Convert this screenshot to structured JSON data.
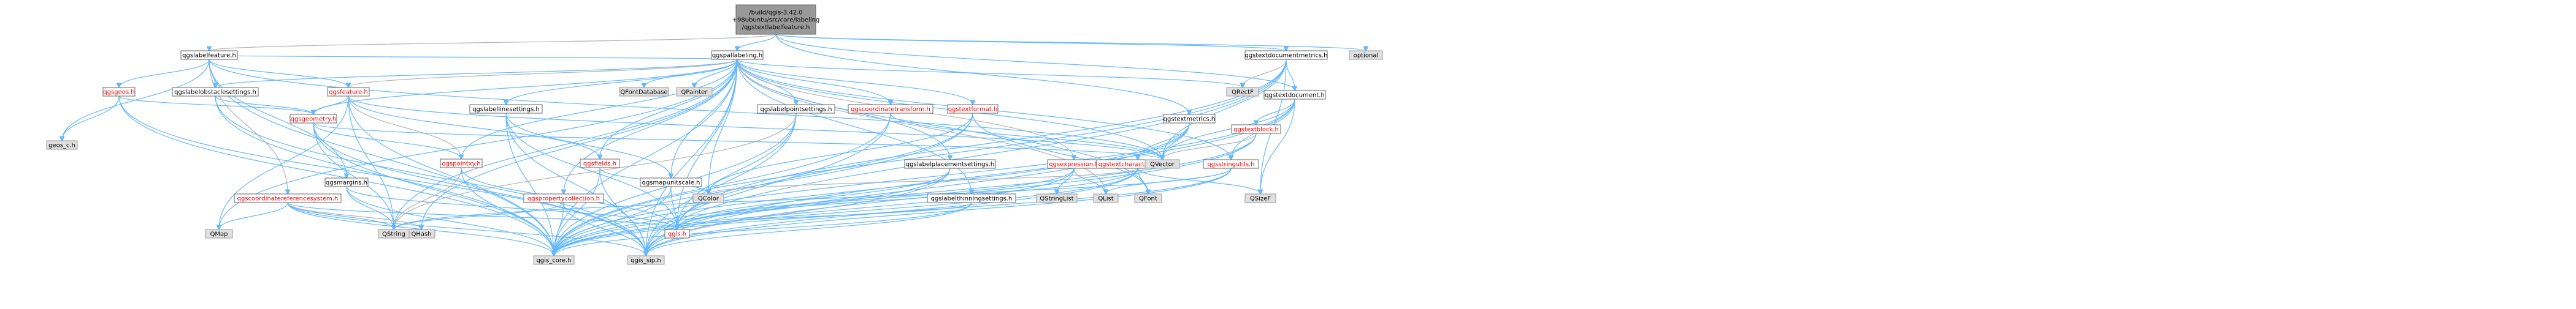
{
  "colors": {
    "root_fill": "#999999",
    "node_fill": "#ffffff",
    "ext_fill": "#e0e0e0",
    "node_border": "#666666",
    "ext_border": "#999999",
    "red_text": "#ff0000",
    "edge": "#63b8ff",
    "edge_alt": "#b3b3b3"
  },
  "nodes": [
    {
      "id": "root",
      "label": "/build/qgis-3.42.0\n+98ubuntu/src/core/labeling\n/qgstextlabelfeature.h",
      "kind": "root"
    },
    {
      "id": "qgslabelfeature",
      "label": "qgslabelfeature.h",
      "kind": "doc"
    },
    {
      "id": "qgspallabeling",
      "label": "qgspallabeling.h",
      "kind": "doc"
    },
    {
      "id": "qgstextdocumentmetrics",
      "label": "qgstextdocumentmetrics.h",
      "kind": "doc"
    },
    {
      "id": "optional",
      "label": "optional",
      "kind": "ext"
    },
    {
      "id": "qgsgeos",
      "label": "qgsgeos.h",
      "kind": "red"
    },
    {
      "id": "qgslabelobstaclesettings",
      "label": "qgslabelobstaclesettings.h",
      "kind": "doc"
    },
    {
      "id": "qgsfeature",
      "label": "qgsfeature.h",
      "kind": "red"
    },
    {
      "id": "geos_c",
      "label": "geos_c.h",
      "kind": "ext"
    },
    {
      "id": "qgsgeometry",
      "label": "qgsgeometry.h",
      "kind": "red"
    },
    {
      "id": "qgscoordinatereferencesystem",
      "label": "qgscoordinatereferencesystem.h",
      "kind": "red"
    },
    {
      "id": "qgsmargins",
      "label": "qgsmargins.h",
      "kind": "doc"
    },
    {
      "id": "qgslabellinesettings",
      "label": "qgslabellinesettings.h",
      "kind": "doc"
    },
    {
      "id": "qgspointxy",
      "label": "qgspointxy.h",
      "kind": "red"
    },
    {
      "id": "qgspropertycollection",
      "label": "qgspropertycollection.h",
      "kind": "red"
    },
    {
      "id": "qgsfields",
      "label": "qgsfields.h",
      "kind": "red"
    },
    {
      "id": "qgsmapunitscale",
      "label": "qgsmapunitscale.h",
      "kind": "doc"
    },
    {
      "id": "qgslabelpointsettings",
      "label": "qgslabelpointsettings.h",
      "kind": "doc"
    },
    {
      "id": "qgscoordinatetransform",
      "label": "qgscoordinatetransform.h",
      "kind": "red"
    },
    {
      "id": "qgstextformat",
      "label": "qgstextformat.h",
      "kind": "red"
    },
    {
      "id": "qgslabelplacementsettings",
      "label": "qgslabelplacementsettings.h",
      "kind": "doc"
    },
    {
      "id": "qgsexpression",
      "label": "qgsexpression.h",
      "kind": "red"
    },
    {
      "id": "qgslabelthinningsettings",
      "label": "qgslabelthinningsettings.h",
      "kind": "doc"
    },
    {
      "id": "qgstextmetrics",
      "label": "qgstextmetrics.h",
      "kind": "doc"
    },
    {
      "id": "qgstextcharacterformat",
      "label": "qgstextcharacterformat.h",
      "kind": "red"
    },
    {
      "id": "qgstextdocument",
      "label": "qgstextdocument.h",
      "kind": "doc"
    },
    {
      "id": "qgstextblock",
      "label": "qgstextblock.h",
      "kind": "red"
    },
    {
      "id": "qgsstringutils",
      "label": "qgsstringutils.h",
      "kind": "red"
    },
    {
      "id": "QFontDatabase",
      "label": "QFontDatabase",
      "kind": "ext"
    },
    {
      "id": "QPainter",
      "label": "QPainter",
      "kind": "ext"
    },
    {
      "id": "QRectF",
      "label": "QRectF",
      "kind": "ext"
    },
    {
      "id": "QVector",
      "label": "QVector",
      "kind": "ext"
    },
    {
      "id": "QMap",
      "label": "QMap",
      "kind": "ext"
    },
    {
      "id": "QHash",
      "label": "QHash",
      "kind": "ext"
    },
    {
      "id": "QString",
      "label": "QString",
      "kind": "ext"
    },
    {
      "id": "qgis",
      "label": "qgis.h",
      "kind": "red"
    },
    {
      "id": "QColor",
      "label": "QColor",
      "kind": "ext"
    },
    {
      "id": "QStringList",
      "label": "QStringList",
      "kind": "ext"
    },
    {
      "id": "QList",
      "label": "QList",
      "kind": "ext"
    },
    {
      "id": "QFont",
      "label": "QFont",
      "kind": "ext"
    },
    {
      "id": "QSizeF",
      "label": "QSizeF",
      "kind": "ext"
    },
    {
      "id": "qgis_core",
      "label": "qgis_core.h",
      "kind": "ext"
    },
    {
      "id": "qgis_sip",
      "label": "qgis_sip.h",
      "kind": "ext"
    }
  ],
  "edges": [
    [
      "root",
      "qgslabelfeature"
    ],
    [
      "root",
      "qgspallabeling"
    ],
    [
      "root",
      "qgstextdocumentmetrics"
    ],
    [
      "root",
      "optional"
    ],
    [
      "root",
      "qgstextmetrics"
    ],
    [
      "root",
      "qgstextdocument"
    ],
    [
      "qgslabelfeature",
      "qgsgeos"
    ],
    [
      "qgslabelfeature",
      "qgslabelobstaclesettings"
    ],
    [
      "qgslabelfeature",
      "qgsfeature"
    ],
    [
      "qgslabelfeature",
      "geos_c"
    ],
    [
      "qgslabelfeature",
      "qgsmargins"
    ],
    [
      "qgslabelfeature",
      "qgscoordinatereferencesystem"
    ],
    [
      "qgslabelfeature",
      "qgis_core"
    ],
    [
      "qgslabelfeature",
      "QVector"
    ],
    [
      "qgsgeos",
      "geos_c"
    ],
    [
      "qgsgeos",
      "qgsgeometry"
    ],
    [
      "qgsgeos",
      "qgis_core"
    ],
    [
      "qgsgeos",
      "qgis_sip"
    ],
    [
      "qgslabelobstaclesettings",
      "qgsgeometry"
    ],
    [
      "qgslabelobstaclesettings",
      "qgis_core"
    ],
    [
      "qgslabelobstaclesettings",
      "qgis_sip"
    ],
    [
      "qgsfeature",
      "qgsgeometry"
    ],
    [
      "qgsfeature",
      "qgspointxy"
    ],
    [
      "qgsfeature",
      "qgsfields"
    ],
    [
      "qgsfeature",
      "QString"
    ],
    [
      "qgsfeature",
      "QMap"
    ],
    [
      "qgsfeature",
      "qgis_core"
    ],
    [
      "qgsfeature",
      "QVector"
    ],
    [
      "qgsgeometry",
      "QString"
    ],
    [
      "qgsgeometry",
      "qgspointxy"
    ],
    [
      "qgsgeometry",
      "qgis_core"
    ],
    [
      "qgsgeometry",
      "qgis_sip"
    ],
    [
      "qgsgeometry",
      "QVector"
    ],
    [
      "qgscoordinatereferencesystem",
      "QHash"
    ],
    [
      "qgscoordinatereferencesystem",
      "QMap"
    ],
    [
      "qgscoordinatereferencesystem",
      "QString"
    ],
    [
      "qgscoordinatereferencesystem",
      "qgis"
    ],
    [
      "qgscoordinatereferencesystem",
      "qgis_core"
    ],
    [
      "qgscoordinatereferencesystem",
      "qgis_sip"
    ],
    [
      "qgsmargins",
      "qgis"
    ],
    [
      "qgsmargins",
      "qgis_core"
    ],
    [
      "qgsmargins",
      "QString"
    ],
    [
      "qgspallabeling",
      "qgslabelfeature"
    ],
    [
      "qgspallabeling",
      "qgslabelobstaclesettings"
    ],
    [
      "qgspallabeling",
      "qgsfeature"
    ],
    [
      "qgspallabeling",
      "qgsgeometry"
    ],
    [
      "qgspallabeling",
      "qgslabellinesettings"
    ],
    [
      "qgspallabeling",
      "qgspointxy"
    ],
    [
      "qgspallabeling",
      "qgspropertycollection"
    ],
    [
      "qgspallabeling",
      "qgsfields"
    ],
    [
      "qgspallabeling",
      "qgsmapunitscale"
    ],
    [
      "qgspallabeling",
      "qgslabelpointsettings"
    ],
    [
      "qgspallabeling",
      "qgscoordinatetransform"
    ],
    [
      "qgspallabeling",
      "qgstextformat"
    ],
    [
      "qgspallabeling",
      "qgslabelplacementsettings"
    ],
    [
      "qgspallabeling",
      "qgsexpression"
    ],
    [
      "qgspallabeling",
      "qgslabelthinningsettings"
    ],
    [
      "qgspallabeling",
      "QFontDatabase"
    ],
    [
      "qgspallabeling",
      "QPainter"
    ],
    [
      "qgspallabeling",
      "QRectF"
    ],
    [
      "qgspallabeling",
      "QVector"
    ],
    [
      "qgspallabeling",
      "QMap"
    ],
    [
      "qgspallabeling",
      "QHash"
    ],
    [
      "qgspallabeling",
      "QString"
    ],
    [
      "qgspallabeling",
      "QColor"
    ],
    [
      "qgspallabeling",
      "QFont"
    ],
    [
      "qgspallabeling",
      "QList"
    ],
    [
      "qgspallabeling",
      "qgis_core"
    ],
    [
      "qgspallabeling",
      "qgis_sip"
    ],
    [
      "qgspallabeling",
      "qgis"
    ],
    [
      "qgspallabeling",
      "qgsstringutils"
    ],
    [
      "qgslabellinesettings",
      "qgis"
    ],
    [
      "qgslabellinesettings",
      "qgis_core"
    ],
    [
      "qgslabellinesettings",
      "qgsmapunitscale"
    ],
    [
      "qgslabellinesettings",
      "qgis_sip"
    ],
    [
      "qgspointxy",
      "qgis"
    ],
    [
      "qgspointxy",
      "qgis_core"
    ],
    [
      "qgspointxy",
      "QString"
    ],
    [
      "qgspropertycollection",
      "qgis_core"
    ],
    [
      "qgspropertycollection",
      "qgis_sip"
    ],
    [
      "qgspropertycollection",
      "QString"
    ],
    [
      "qgsfields",
      "qgis_core"
    ],
    [
      "qgsfields",
      "qgis_sip"
    ],
    [
      "qgsfields",
      "QColor"
    ],
    [
      "qgsmapunitscale",
      "qgis"
    ],
    [
      "qgsmapunitscale",
      "qgis_core"
    ],
    [
      "qgslabelpointsettings",
      "qgis"
    ],
    [
      "qgslabelpointsettings",
      "qgis_core"
    ],
    [
      "qgslabelpointsettings",
      "QString"
    ],
    [
      "qgslabelpointsettings",
      "qgis_sip"
    ],
    [
      "qgscoordinatetransform",
      "qgis_core"
    ],
    [
      "qgscoordinatetransform",
      "qgis_sip"
    ],
    [
      "qgscoordinatetransform",
      "QVector"
    ],
    [
      "qgstextformat",
      "qgis"
    ],
    [
      "qgstextformat",
      "qgis_core"
    ],
    [
      "qgstextformat",
      "QFont"
    ],
    [
      "qgstextformat",
      "QColor"
    ],
    [
      "qgslabelplacementsettings",
      "qgis"
    ],
    [
      "qgslabelplacementsettings",
      "qgis_core"
    ],
    [
      "qgslabelplacementsettings",
      "qgis_sip"
    ],
    [
      "qgsexpression",
      "QStringList"
    ],
    [
      "qgsexpression",
      "QList"
    ],
    [
      "qgsexpression",
      "qgis_core"
    ],
    [
      "qgsexpression",
      "qgis"
    ],
    [
      "qgslabelthinningsettings",
      "qgis_core"
    ],
    [
      "qgslabelthinningsettings",
      "qgis_sip"
    ],
    [
      "qgslabelthinningsettings",
      "qgis"
    ],
    [
      "qgstextdocumentmetrics",
      "qgstextdocument"
    ],
    [
      "qgstextdocumentmetrics",
      "QVector"
    ],
    [
      "qgstextdocumentmetrics",
      "QSizeF"
    ],
    [
      "qgstextdocumentmetrics",
      "QRectF"
    ],
    [
      "qgstextdocumentmetrics",
      "qgis_core"
    ],
    [
      "qgstextdocumentmetrics",
      "qgis_sip"
    ],
    [
      "qgstextdocumentmetrics",
      "qgis"
    ],
    [
      "qgstextmetrics",
      "qgis_core"
    ],
    [
      "qgstextmetrics",
      "qgis_sip"
    ],
    [
      "qgstextmetrics",
      "qgstextcharacterformat"
    ],
    [
      "qgstextmetrics",
      "QVector"
    ],
    [
      "qgstextcharacterformat",
      "qgis_core"
    ],
    [
      "qgstextcharacterformat",
      "qgis"
    ],
    [
      "qgstextcharacterformat",
      "QFont"
    ],
    [
      "qgstextcharacterformat",
      "QColor"
    ],
    [
      "qgstextcharacterformat",
      "QSizeF"
    ],
    [
      "qgstextcharacterformat",
      "qgis_sip"
    ],
    [
      "qgstextdocument",
      "qgstextblock"
    ],
    [
      "qgstextdocument",
      "qgis_core"
    ],
    [
      "qgstextdocument",
      "qgis_sip"
    ],
    [
      "qgstextdocument",
      "QVector"
    ],
    [
      "qgstextdocument",
      "QSizeF"
    ],
    [
      "qgstextdocument",
      "qgsstringutils"
    ],
    [
      "qgstextblock",
      "qgis_core"
    ],
    [
      "qgstextblock",
      "qgis_sip"
    ],
    [
      "qgstextblock",
      "QVector"
    ],
    [
      "qgstextblock",
      "qgsstringutils"
    ],
    [
      "qgsstringutils",
      "QString"
    ],
    [
      "qgsstringutils",
      "QList"
    ],
    [
      "qgsstringutils",
      "qgis_core"
    ],
    [
      "qgsstringutils",
      "qgis_sip"
    ]
  ]
}
